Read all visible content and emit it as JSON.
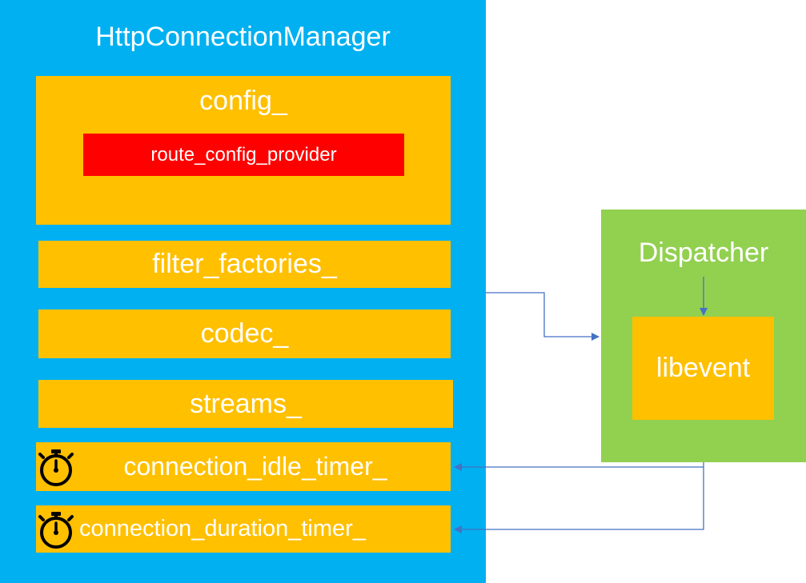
{
  "manager": {
    "title": "HttpConnectionManager",
    "config_label": "config_",
    "route_config_provider": "route_config_provider",
    "filter_factories": "filter_factories_",
    "codec": "codec_",
    "streams": "streams_",
    "idle_timer": "connection_idle_timer_",
    "duration_timer": "connection_duration_timer_"
  },
  "dispatcher": {
    "title": "Dispatcher",
    "libevent": "libevent"
  },
  "icons": {
    "timer": "stopwatch-icon"
  },
  "colors": {
    "manager_bg": "#00b0f0",
    "field_bg": "#ffc000",
    "route_bg": "#ff0000",
    "dispatcher_bg": "#92d050",
    "arrow": "#4472c4"
  }
}
